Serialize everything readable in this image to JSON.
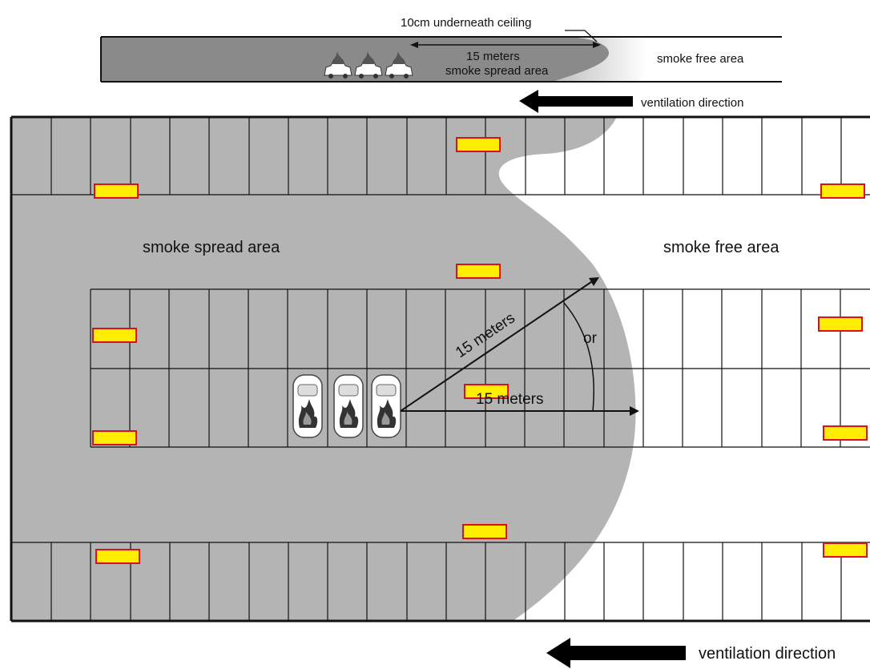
{
  "section_view": {
    "ceiling_label": "10cm underneath ceiling",
    "distance_label": "15 meters",
    "spread_label": "smoke spread area",
    "free_label": "smoke free area",
    "ventilation_label": "ventilation direction"
  },
  "plan_view": {
    "spread_label": "smoke spread area",
    "free_label": "smoke free area",
    "diagonal_distance_label": "15 meters",
    "straight_distance_label": "15 meters",
    "alternative_label": "or",
    "ventilation_label": "ventilation direction"
  },
  "colors": {
    "smoke": "#b4b4b4",
    "section_smoke": "#8a8a8a",
    "sign_fill": "#ffee00",
    "sign_border": "#e01010",
    "lines": "#111111"
  },
  "icons": [
    "burning-car-icon",
    "emergency-sign-icon",
    "ventilation-arrow-icon"
  ]
}
